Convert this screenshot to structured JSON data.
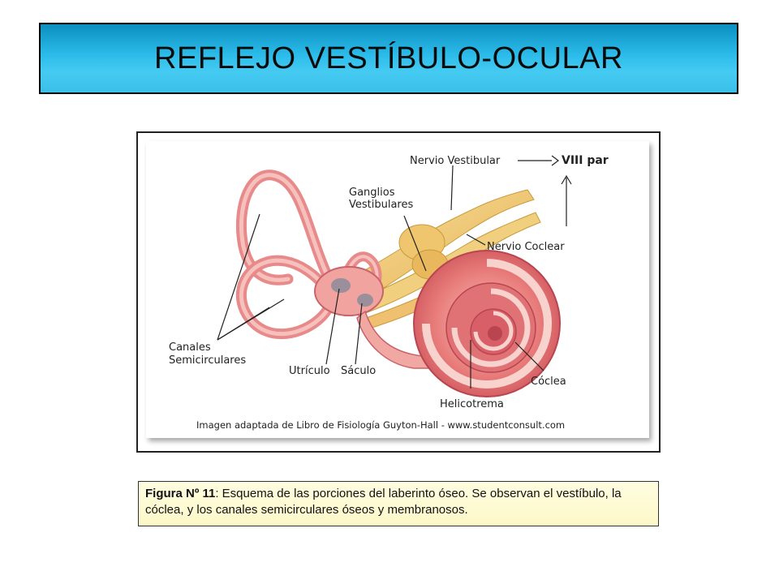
{
  "slide": {
    "title": "REFLEJO VESTÍBULO-OCULAR"
  },
  "figure": {
    "labels": {
      "nervio_vestibular": "Nervio Vestibular",
      "viii_par": "VIII par",
      "ganglios_1": "Ganglios",
      "ganglios_2": "Vestibulares",
      "nervio_coclear": "Nervio Coclear",
      "canales_1": "Canales",
      "canales_2": "Semicirculares",
      "utriculo": "Utrículo",
      "saculo": "Sáculo",
      "coclea": "Cóclea",
      "helicotrema": "Helicotrema",
      "credit": "Imagen adaptada de Libro de Fisiología Guyton-Hall - www.studentconsult.com"
    }
  },
  "caption": {
    "prefix": "Figura Nº 11",
    "text": ": Esquema de las porciones del laberinto óseo. Se observan el vestíbulo, la cóclea, y los canales semicirculares óseos y membranosos."
  }
}
